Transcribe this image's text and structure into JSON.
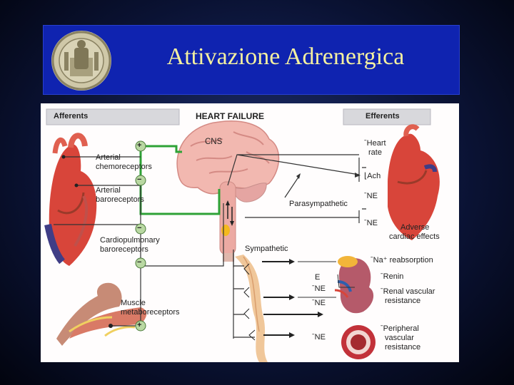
{
  "slide": {
    "title": "Attivazione Adrenergica"
  },
  "figure": {
    "headers": {
      "afferents": "Afferents",
      "center": "HEART FAILURE",
      "efferents": "Efferents"
    },
    "brain": {
      "cns": "CNS"
    },
    "afferent_labels": {
      "chemo": [
        "Arterial",
        "chemoreceptors"
      ],
      "baro": [
        "Arterial",
        "baroreceptors"
      ],
      "cardio": [
        "Cardiopulmonary",
        "baroreceptors"
      ],
      "muscle": [
        "Muscle",
        "metaboreceptors"
      ]
    },
    "signs": {
      "plus": "+",
      "minus": "−"
    },
    "efferent_labels": {
      "heart_rate": [
        "ˉHeart",
        "rate"
      ],
      "ach": "⌊Ach",
      "ne1": "ˉNE",
      "ne2": "ˉNE",
      "adverse": [
        "Adverse",
        "cardiac effects"
      ],
      "parasympathetic": "Parasympathetic",
      "sympathetic": "Sympathetic",
      "e": "E",
      "ne3": "ˉNE",
      "ne4": "ˉNE",
      "ne5": "ˉNE",
      "na": "ˉNa⁺ reabsorption",
      "renin": "ˉRenin",
      "renal": [
        "ˉRenal vascular",
        "resistance"
      ],
      "peripheral": [
        "ˉPeripheral",
        "vascular",
        "resistance"
      ]
    },
    "colors": {
      "afferent_line": "#2ea236",
      "sign_fill": "#b9d8a2",
      "brain": "#f2b8b0",
      "heart": "#d8453a"
    }
  }
}
